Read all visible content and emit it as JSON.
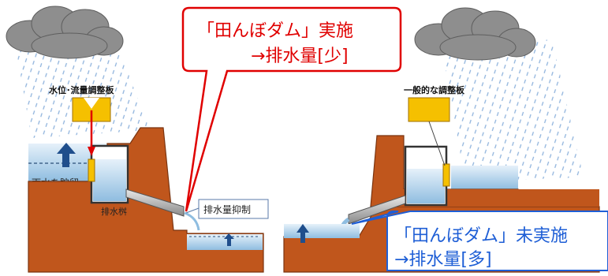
{
  "left_scene": {
    "callout_line1": "「田んぼダム」実施",
    "callout_line2": "→排水量[少]",
    "plate_label": "水位･流量調整板",
    "storage_label": "雨水を貯留",
    "catch_basin_label": "排水桝",
    "restrict_label": "排水量抑制"
  },
  "right_scene": {
    "callout_line1": "「田んぼダム」未実施",
    "callout_line2": "→排水量[多]",
    "plate_label": "一般的な調整板"
  },
  "colors": {
    "soil": "#c0561c",
    "soil_edge": "#7a3410",
    "water": "#bcd7ec",
    "plate": "#f5c000",
    "red_callout": "#e00000",
    "blue_callout": "#1f5fd6",
    "arrow_up": "#1f4e8c",
    "red_arrow": "#e00000"
  }
}
